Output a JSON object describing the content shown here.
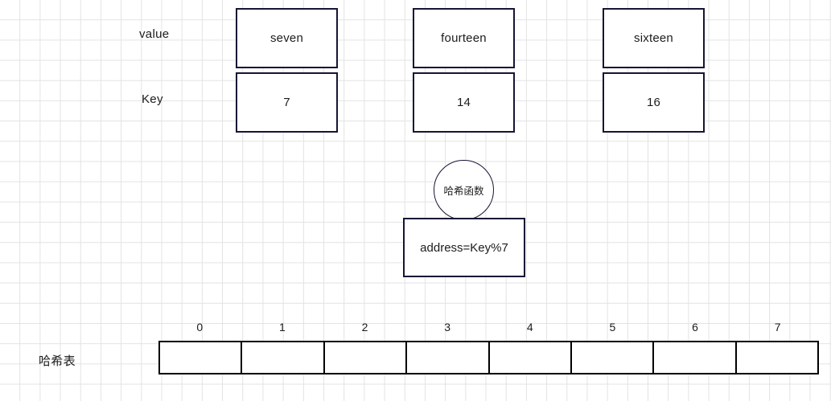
{
  "diagram": {
    "labels": {
      "value_label": "value",
      "key_label": "Key",
      "table_label": "哈希表"
    },
    "entries": [
      {
        "value": "seven",
        "key": "7"
      },
      {
        "value": "fourteen",
        "key": "14"
      },
      {
        "value": "sixteen",
        "key": "16"
      }
    ],
    "hash_function": {
      "circle_label": "哈希函数",
      "formula": "address=Key%7"
    },
    "hash_table": {
      "indices": [
        "0",
        "1",
        "2",
        "3",
        "4",
        "5",
        "6",
        "7"
      ],
      "cells": [
        "",
        "",
        "",
        "",
        "",
        "",
        "",
        ""
      ]
    },
    "colors": {
      "box_border": "#151535",
      "table_border": "#000000",
      "grid_line": "#e3e3e3",
      "text": "#1c1c1c",
      "background": "#ffffff"
    }
  }
}
